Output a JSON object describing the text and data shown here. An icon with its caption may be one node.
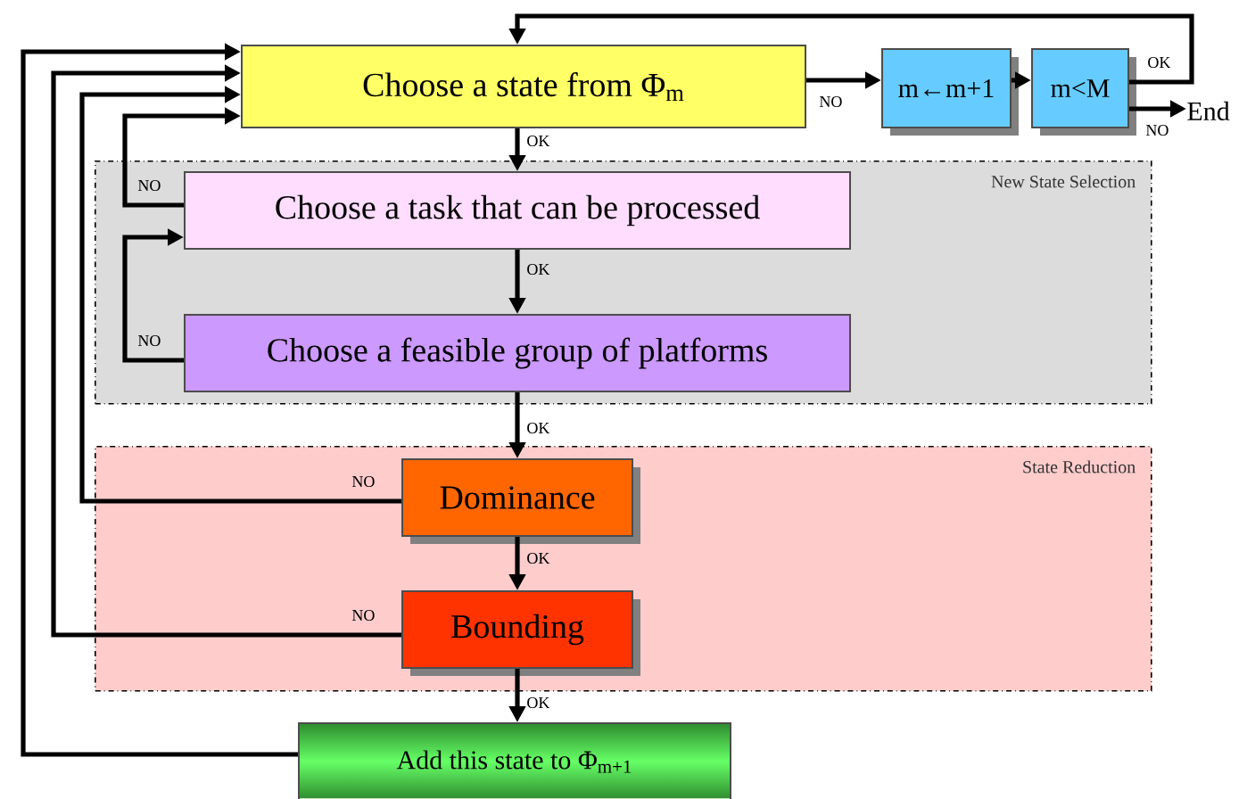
{
  "diagram": {
    "nodes": [
      {
        "text": [
          "Choose a state from Φ$_{m}$"
        ]
      },
      {
        "text": [
          "m←m+1"
        ]
      },
      {
        "text": [
          "m<M"
        ]
      },
      {
        "text": [
          "End"
        ]
      },
      {
        "text": [
          "New State Selection"
        ]
      },
      {
        "text": [
          "Choose a task that can be processed"
        ],
        "in": 4
      },
      {
        "text": [
          "Choose a feasible group of platforms"
        ],
        "in": 4
      },
      {
        "text": [
          "State Reduction"
        ]
      },
      {
        "text": [
          "Dominance"
        ],
        "in": 7
      },
      {
        "text": [
          "Bounding"
        ],
        "in": 7
      },
      {
        "text": [
          "Add this state to Φ$_{m+1}$"
        ]
      }
    ],
    "edges": [
      {
        "from": 0,
        "to": 1,
        "arrow": "to",
        "label": "NO"
      },
      {
        "from": 1,
        "to": 2,
        "arrow": "to"
      },
      {
        "from": 2,
        "to": 0,
        "arrow": "to",
        "label": "OK"
      },
      {
        "from": 2,
        "to": 3,
        "arrow": "to",
        "label": "NO"
      },
      {
        "from": 0,
        "to": 5,
        "arrow": "to",
        "label": "OK"
      },
      {
        "from": 5,
        "to": 0,
        "arrow": "to",
        "label": "NO"
      },
      {
        "from": 5,
        "to": 6,
        "arrow": "to",
        "label": "OK"
      },
      {
        "from": 6,
        "to": 5,
        "arrow": "to",
        "label": "NO"
      },
      {
        "from": 6,
        "to": 8,
        "arrow": "to",
        "label": "OK"
      },
      {
        "from": 8,
        "to": 0,
        "arrow": "to",
        "label": "NO"
      },
      {
        "from": 8,
        "to": 9,
        "arrow": "to",
        "label": "OK"
      },
      {
        "from": 9,
        "to": 0,
        "arrow": "to",
        "label": "NO"
      },
      {
        "from": 9,
        "to": 10,
        "arrow": "to",
        "label": "OK"
      },
      {
        "from": 10,
        "to": 0,
        "arrow": "to"
      }
    ]
  }
}
